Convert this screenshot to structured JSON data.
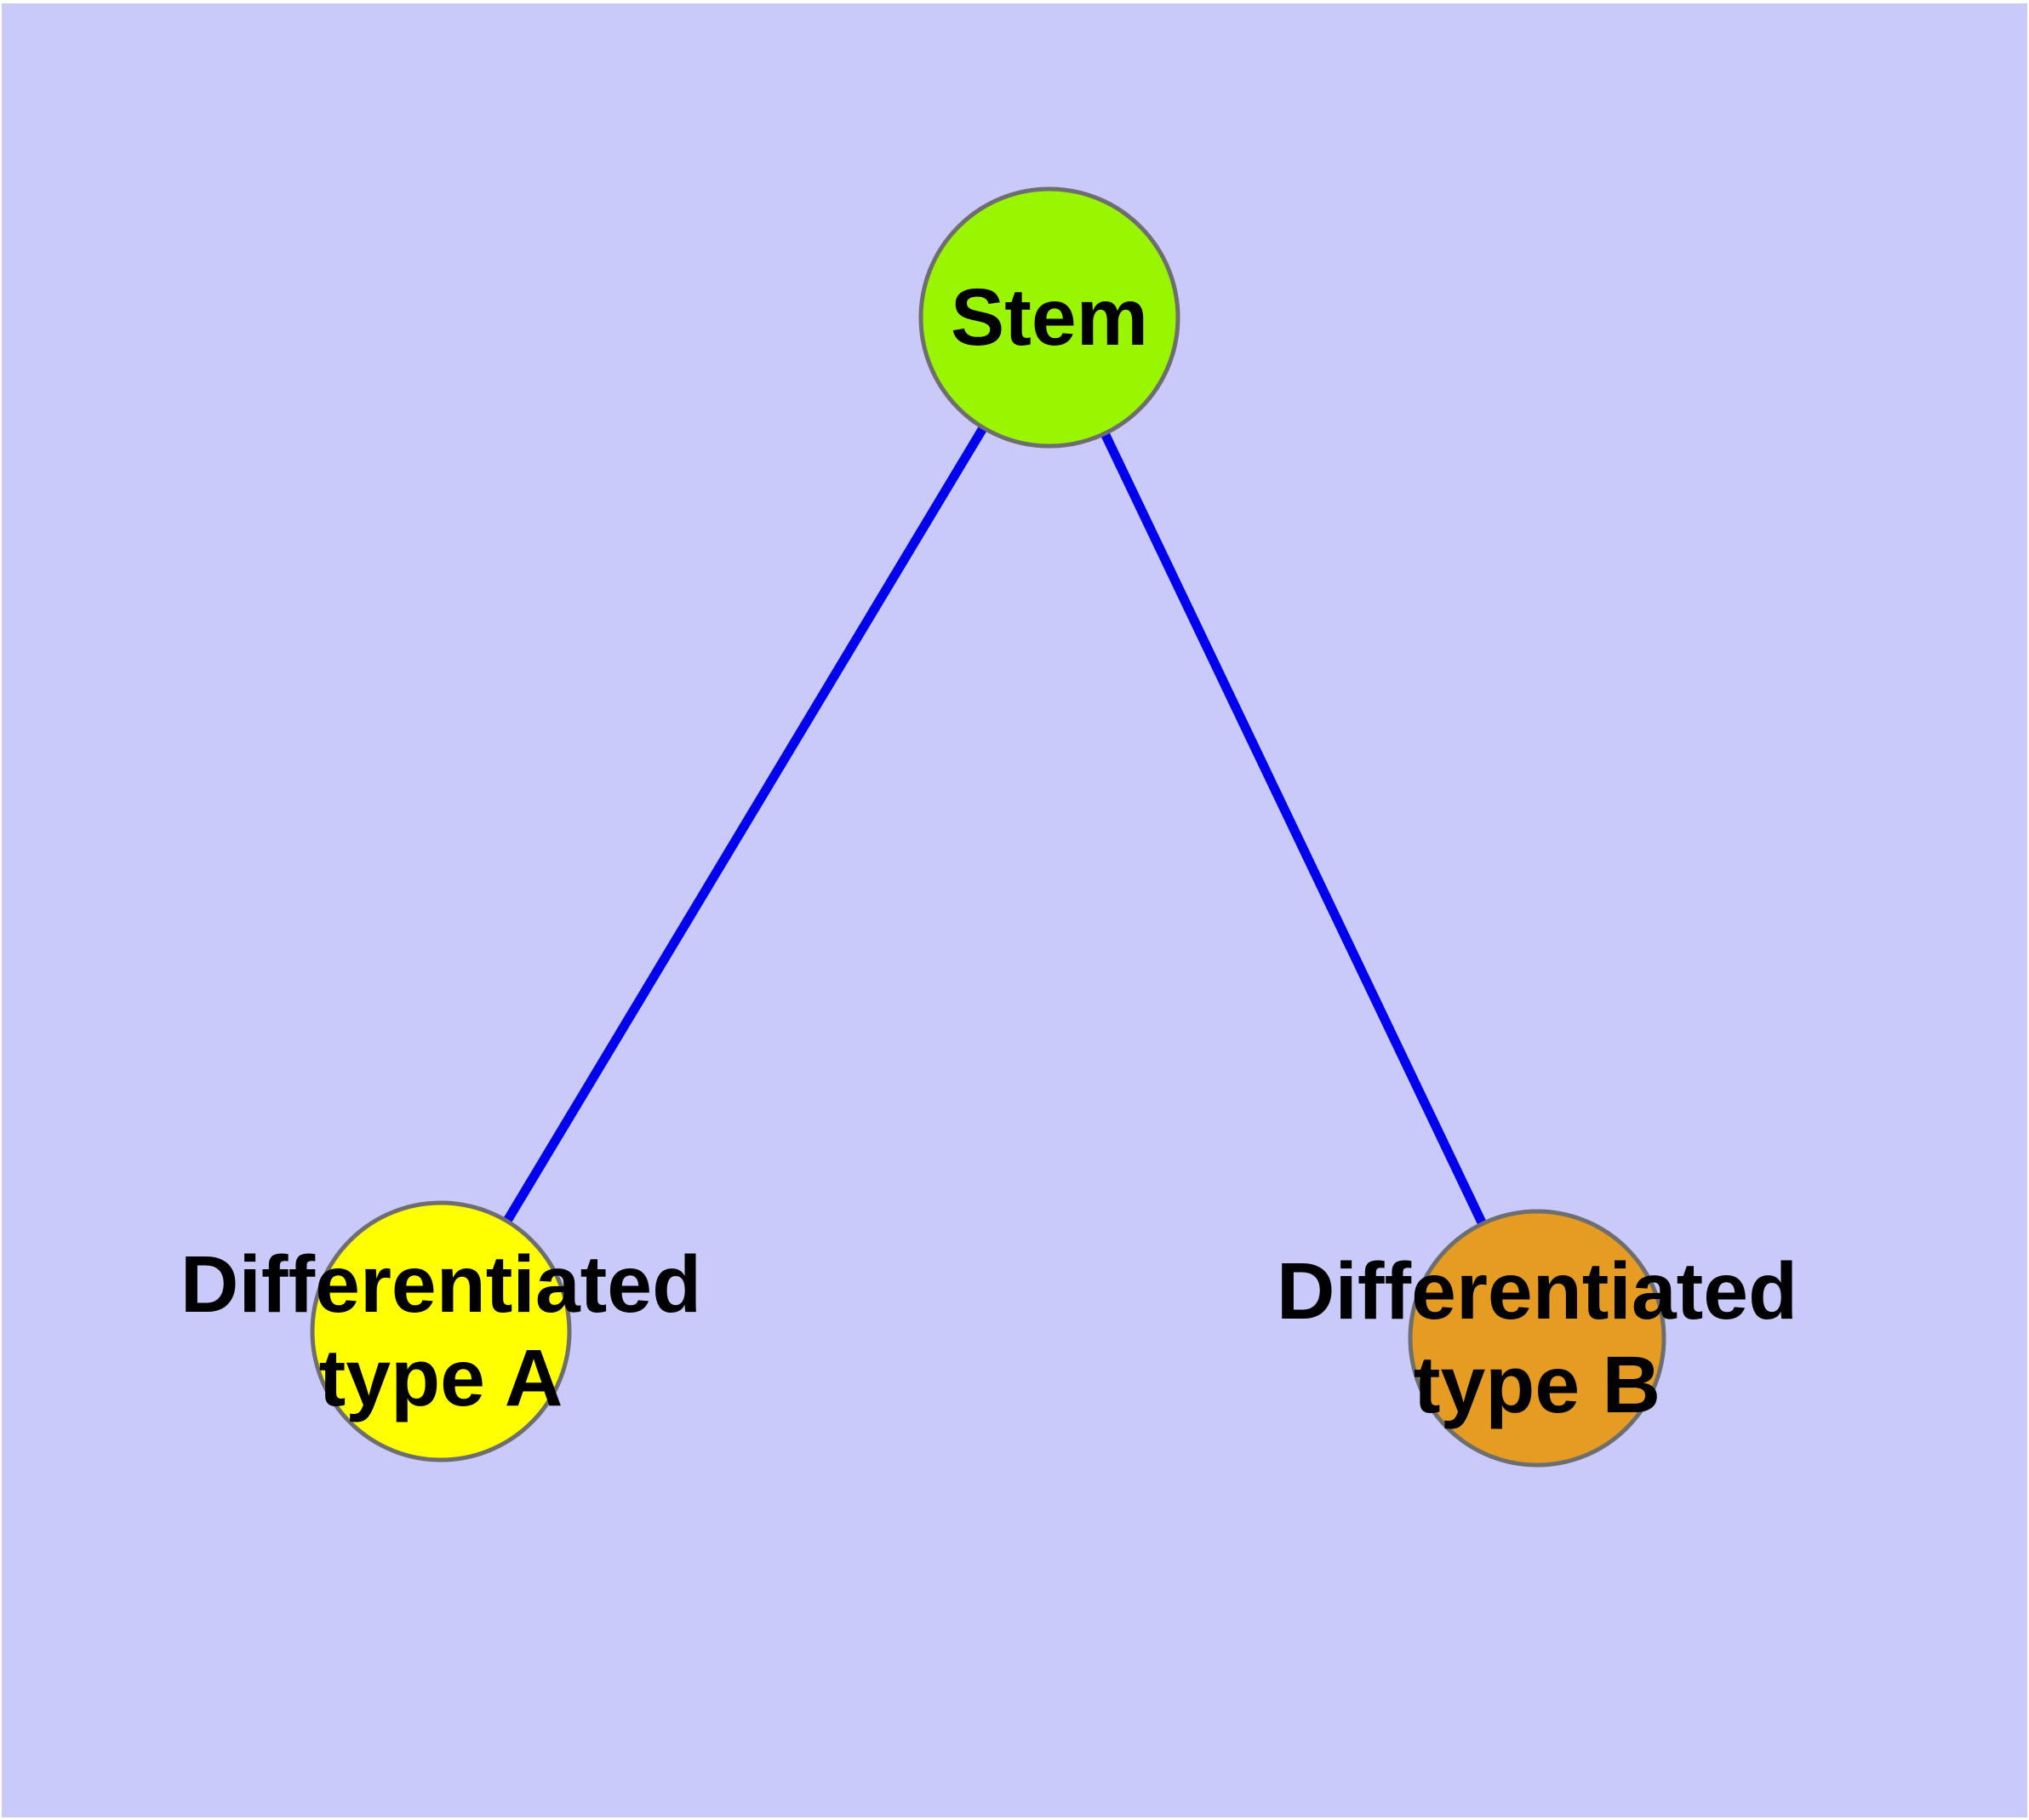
{
  "diagram": {
    "background_color": "#c9c9fa",
    "margin_color": "#ffffff",
    "text_color": "#000000",
    "node_border_color": "#6e6e6e",
    "edge_color": "#0000ee",
    "nodes": [
      {
        "id": "stem",
        "lines": [
          "Stem"
        ],
        "fill": "#99f500"
      },
      {
        "id": "differentiated-type-a",
        "lines": [
          "Differentiated",
          "type A"
        ],
        "fill": "#ffff00"
      },
      {
        "id": "differentiated-type-b",
        "lines": [
          "Differentiated",
          "type B"
        ],
        "fill": "#e69c22"
      }
    ],
    "edges": [
      {
        "from": "stem",
        "to": "differentiated-type-a"
      },
      {
        "from": "stem",
        "to": "differentiated-type-b"
      }
    ]
  }
}
